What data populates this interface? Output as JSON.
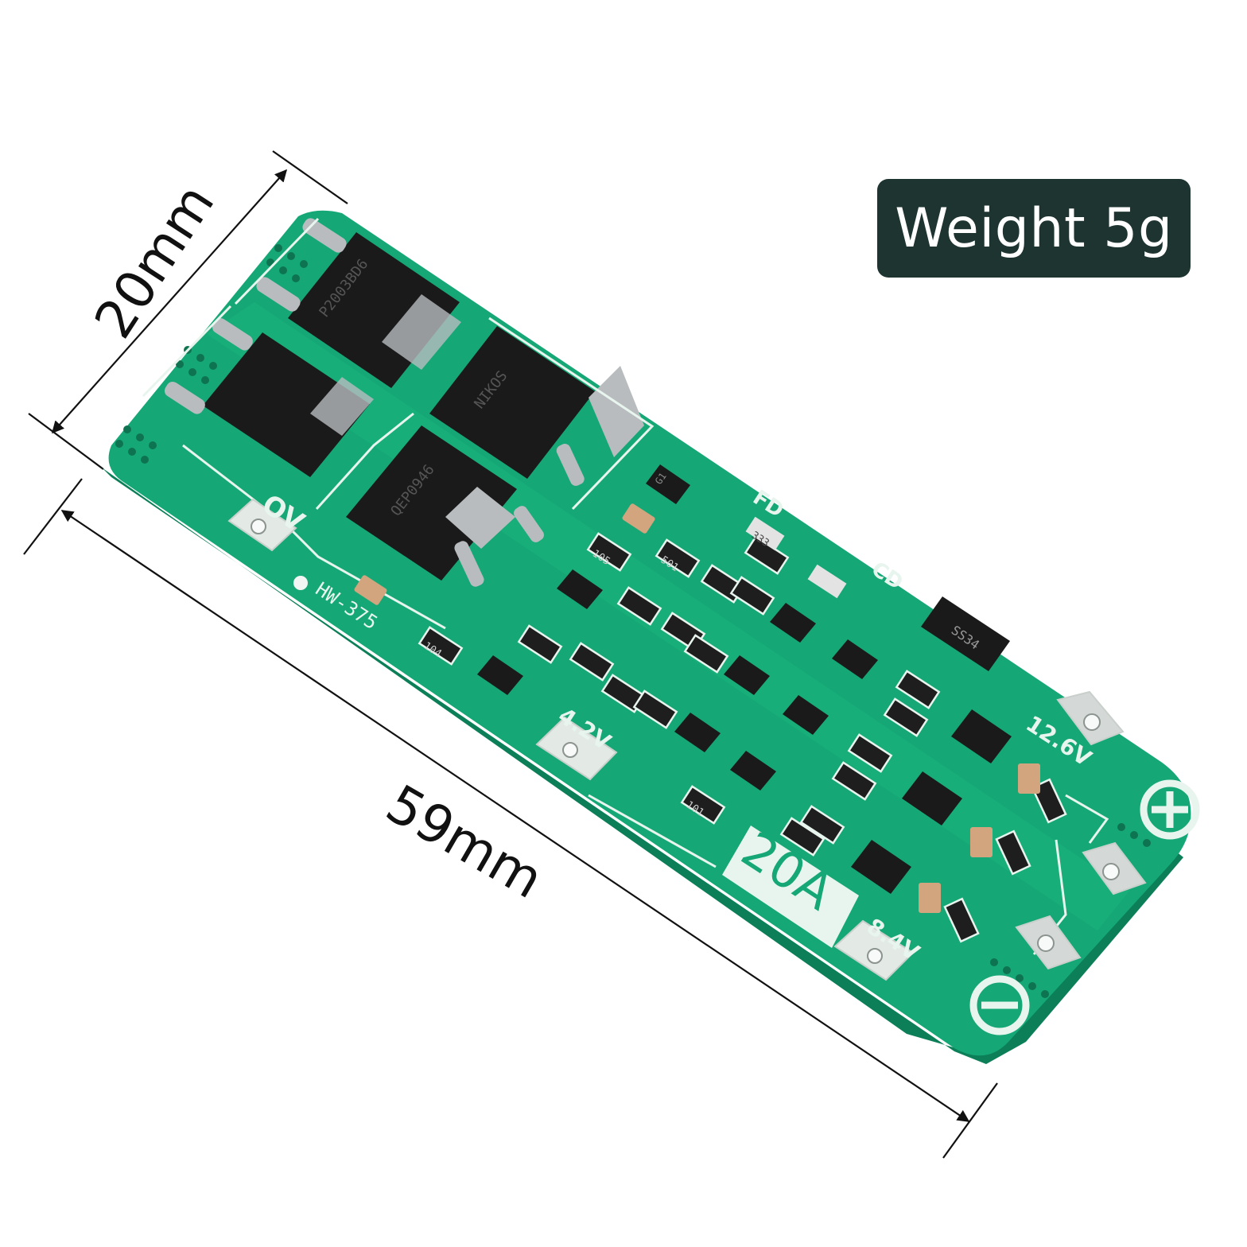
{
  "badge": {
    "weight_label": "Weight 5g"
  },
  "dimensions": {
    "width_label": "20mm",
    "length_label": "59mm"
  },
  "pcb": {
    "model": "HW-375",
    "current_rating": "20A",
    "labels": {
      "ov": "OV",
      "fd": "FD",
      "cd": "CD",
      "v1": "4.2V",
      "v2": "8.4V",
      "v3": "12.6V"
    },
    "mosfet_marking": [
      "NIKOS",
      "P2003BD6",
      "QEP0946"
    ],
    "diode_marking": "SS34",
    "resistor_codes": [
      "105",
      "501",
      "104",
      "101",
      "333"
    ],
    "transistor_code": "G1",
    "terminals": {
      "positive": "+",
      "negative": "−"
    }
  },
  "colors": {
    "pcb_green": "#12a070",
    "pcb_edge": "#0d7f58",
    "silk": "#e8f5ee",
    "chip": "#1a1a1a",
    "solder": "#b8bcbf",
    "badge_bg": "#1e3430"
  }
}
